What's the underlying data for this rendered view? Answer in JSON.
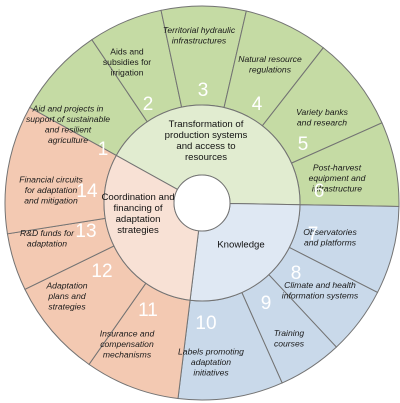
{
  "colors": {
    "green_outer": "#c5dba4",
    "green_inner": "#e1ecd0",
    "blue_outer": "#c9d9ea",
    "blue_inner": "#dfe8f3",
    "peach_outer": "#f3c9b2",
    "peach_inner": "#f8e1d5",
    "stroke": "#737373"
  },
  "sectors": [
    {
      "id": "production",
      "lines": [
        "Transformation of",
        "production systems",
        "and access to",
        "resources"
      ],
      "color_key": "green"
    },
    {
      "id": "knowledge",
      "lines": [
        "Knowledge"
      ],
      "color_key": "blue"
    },
    {
      "id": "coordination",
      "lines": [
        "Coordination and",
        "financing of",
        "adaptation",
        "strategies"
      ],
      "color_key": "peach"
    }
  ],
  "segments": [
    {
      "number": "1",
      "lines": [
        "Aid and projects in",
        "support of sustainable",
        "and resilient",
        "agriculture"
      ],
      "italic": true,
      "sector": "production"
    },
    {
      "number": "2",
      "lines": [
        "Aids and",
        "subsidies for",
        "irrigation"
      ],
      "italic": false,
      "sector": "production"
    },
    {
      "number": "3",
      "lines": [
        "Territorial hydraulic",
        "infrastructures"
      ],
      "italic": true,
      "sector": "production"
    },
    {
      "number": "4",
      "lines": [
        "Natural resource",
        "regulations"
      ],
      "italic": true,
      "sector": "production"
    },
    {
      "number": "5",
      "lines": [
        "Variety banks",
        "and research"
      ],
      "italic": true,
      "sector": "production"
    },
    {
      "number": "6",
      "lines": [
        "Post-harvest",
        "equipment and",
        "infrastructure"
      ],
      "italic": true,
      "sector": "production"
    },
    {
      "number": "7",
      "lines": [
        "Observatories",
        "and platforms"
      ],
      "italic": true,
      "sector": "knowledge"
    },
    {
      "number": "8",
      "lines": [
        "Climate and health",
        "information systems"
      ],
      "italic": true,
      "sector": "knowledge"
    },
    {
      "number": "9",
      "lines": [
        "Training",
        "courses"
      ],
      "italic": true,
      "sector": "knowledge"
    },
    {
      "number": "10",
      "lines": [
        "Labels promoting",
        "adaptation",
        "initiatives"
      ],
      "italic": true,
      "sector": "knowledge"
    },
    {
      "number": "11",
      "lines": [
        "Insurance and",
        "compensation",
        "mechanisms"
      ],
      "italic": true,
      "sector": "coordination"
    },
    {
      "number": "12",
      "lines": [
        "Adaptation",
        "plans and",
        "strategies"
      ],
      "italic": true,
      "sector": "coordination"
    },
    {
      "number": "13",
      "lines": [
        "R&D funds for",
        "adaptation"
      ],
      "italic": true,
      "sector": "coordination"
    },
    {
      "number": "14",
      "lines": [
        "Financial circuits",
        "for adaptation",
        "and mitigation"
      ],
      "italic": true,
      "sector": "coordination"
    }
  ]
}
